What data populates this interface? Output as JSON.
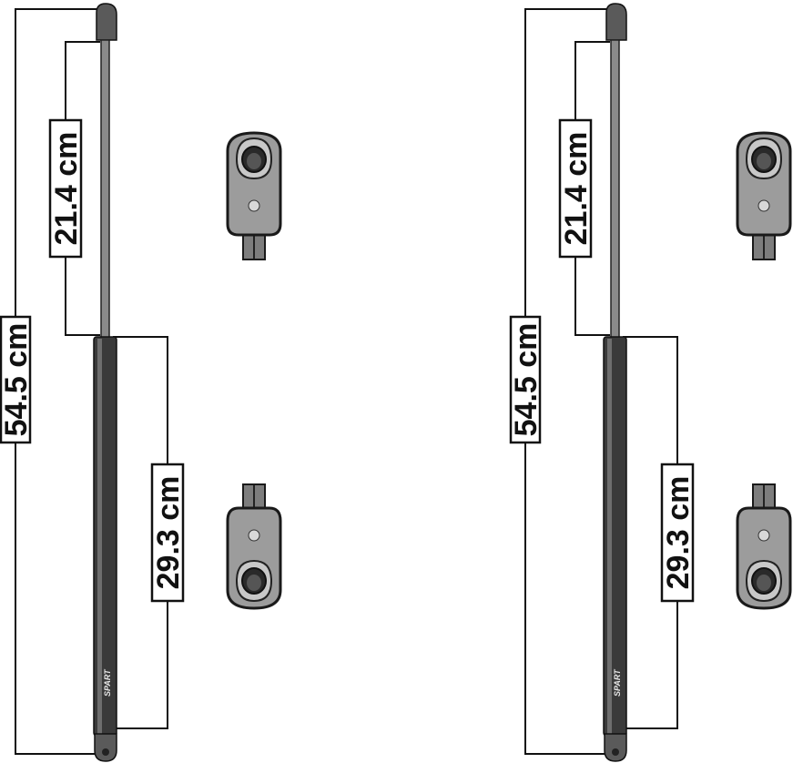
{
  "assemblies": [
    {
      "total_length": "54.5 cm",
      "rod_length": "21.4 cm",
      "cylinder_length": "29.3 cm",
      "brand": "SPART"
    },
    {
      "total_length": "54.5 cm",
      "rod_length": "21.4 cm",
      "cylinder_length": "29.3 cm",
      "brand": "SPART"
    }
  ]
}
